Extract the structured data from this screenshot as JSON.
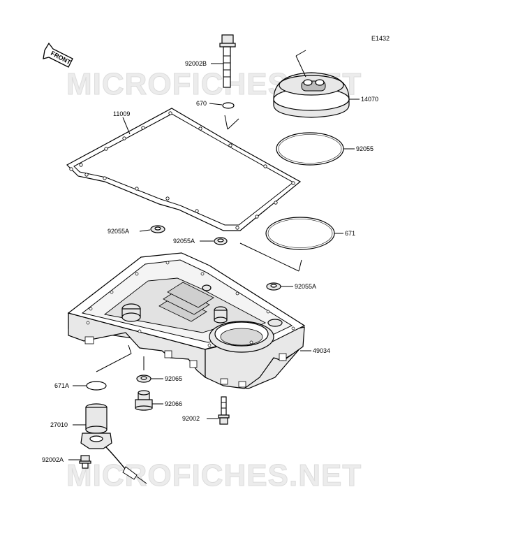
{
  "diagram": {
    "code": "E1432",
    "front_label": "FRONT",
    "watermark": "MICROFICHES.NET",
    "callouts": {
      "p92002B": "92002B",
      "p670": "670",
      "p14070": "14070",
      "p11009": "11009",
      "p92055": "92055",
      "p92055A_left": "92055A",
      "p92055A_mid": "92055A",
      "p671": "671",
      "p92055A_right": "92055A",
      "p49034": "49034",
      "p671A": "671A",
      "p92065": "92065",
      "p92066": "92066",
      "p27010": "27010",
      "p92002": "92002",
      "p92002A": "92002A"
    }
  }
}
